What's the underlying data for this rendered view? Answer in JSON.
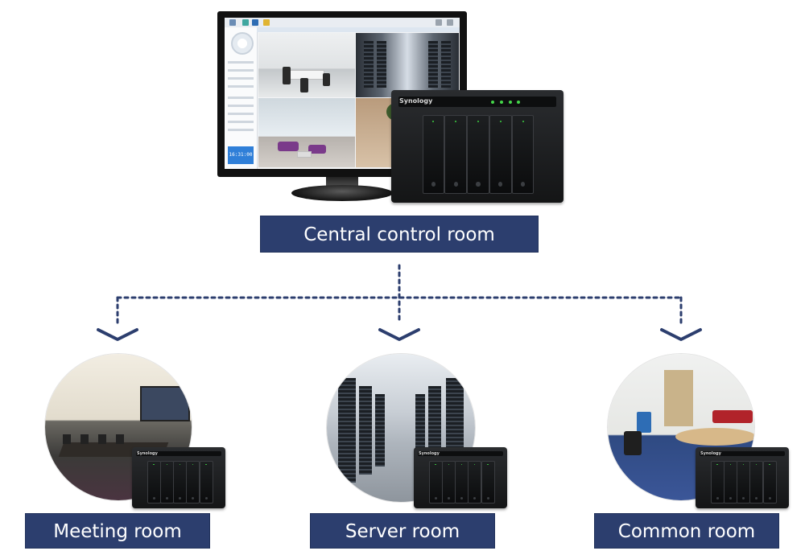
{
  "central": {
    "label": "Central control room",
    "screen": {
      "clock": "16:31:00"
    },
    "nas_brand": "Synology"
  },
  "rooms": [
    {
      "label": "Meeting room",
      "nas_brand": "Synology"
    },
    {
      "label": "Server room",
      "nas_brand": "Synology"
    },
    {
      "label": "Common room",
      "nas_brand": "Synology"
    }
  ],
  "colors": {
    "label_bg": "#2c3e6e",
    "label_text": "#ffffff",
    "connector": "#2c3e6e",
    "nas_led": "#45d64a"
  }
}
